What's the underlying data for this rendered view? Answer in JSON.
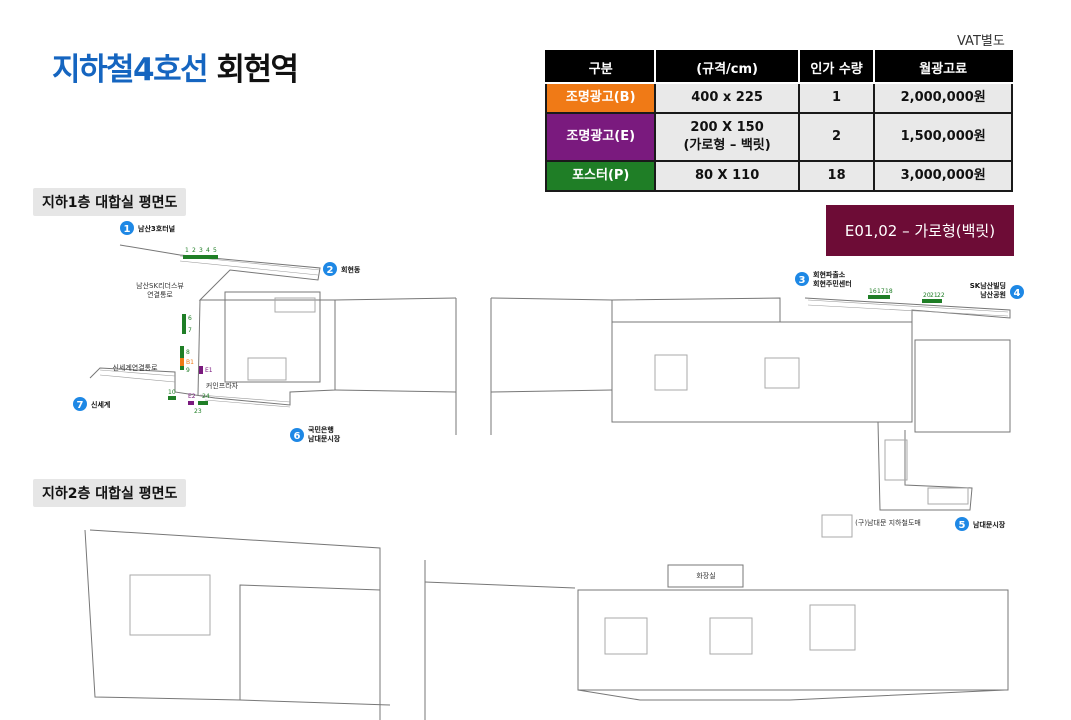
{
  "title": {
    "line_blue": "지하철4호선",
    "line_station": "회현역"
  },
  "vat_note": "VAT별도",
  "price_table": {
    "headers": [
      "구분",
      "(규격/cm)",
      "인가 수량",
      "월광고료"
    ],
    "rows": [
      {
        "type": "조명광고(B)",
        "color": "#f07a16",
        "size_line1": "400 x 225",
        "size_line2": "",
        "qty": "1",
        "price": "2,000,000원"
      },
      {
        "type": "조명광고(E)",
        "color": "#7a1a7e",
        "size_line1": "200 X 150",
        "size_line2": "(가로형 – 백릿)",
        "qty": "2",
        "price": "1,500,000원"
      },
      {
        "type": "포스터(P)",
        "color": "#1f7e26",
        "size_line1": "80 X 110",
        "size_line2": "",
        "qty": "18",
        "price": "3,000,000원"
      }
    ]
  },
  "note": "E01,02 – 가로형(백릿)",
  "floors": {
    "b1_label": "지하1층 대합실 평면도",
    "b2_label": "지하2층 대합실 평면도"
  },
  "exits": [
    {
      "num": "1",
      "name": "남산3호터널"
    },
    {
      "num": "2",
      "name": "회현동"
    },
    {
      "num": "3",
      "name": "회현파출소",
      "name2": "회현주민센터"
    },
    {
      "num": "4",
      "name": "SK남산빌딩",
      "name2": "남산공원"
    },
    {
      "num": "5",
      "name": "남대문시장"
    },
    {
      "num": "6",
      "name": "국민은행",
      "name2": "남대문시장"
    },
    {
      "num": "7",
      "name": "신세계"
    }
  ],
  "map_labels": {
    "namsan_passage": "남산SK리더스뷰",
    "namsan_passage2": "연결통로",
    "shinsegae_passage": "신세계연결통로",
    "coin_locker": "커인프라자",
    "underground_mall": "(구)남대문 지하철도매",
    "restroom": "화장실"
  },
  "poster_codes": {
    "b_left": "B1",
    "e_left": "E1",
    "e_left2": "E2",
    "posters_top": [
      "1",
      "2",
      "3",
      "4",
      "5"
    ],
    "posters_mid": [
      "6",
      "7",
      "8",
      "9"
    ],
    "posters_bottom": [
      "10",
      "23",
      "24"
    ],
    "posters_right_a": [
      "16",
      "17",
      "18"
    ],
    "posters_right_b": [
      "20",
      "21",
      "22"
    ]
  },
  "colors": {
    "exit_blue": "#1e88e5",
    "poster_green": "#1f7e26",
    "light_orange": "#f07a16",
    "light_purple": "#7a1a7e"
  }
}
